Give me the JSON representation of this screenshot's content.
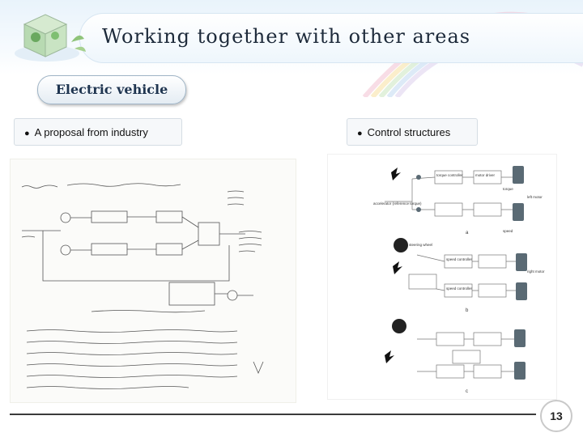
{
  "slide": {
    "title": "Working together with other areas",
    "badge": "Electric vehicle",
    "left_section": {
      "bullet": "●",
      "label": "A proposal from industry"
    },
    "right_section": {
      "bullet": "●",
      "label": "Control structures"
    },
    "page_number": "13"
  },
  "diagram": {
    "blocks": {
      "torque_controller": "torque controller",
      "motor_driver": "motor driver",
      "steering_wheel": "steering wheel",
      "speed_controller": "speed controller",
      "speed_controller_2": "speed controller"
    },
    "signals": {
      "torque": "torque",
      "speed": "speed",
      "accelerator": "accelerator (reference torque)",
      "left_motor": "left motor",
      "right_motor": "right motor"
    },
    "panels": [
      "a",
      "b",
      "c"
    ]
  },
  "colors": {
    "title_text": "#1d2a3a",
    "badge_border": "#9fb4c6",
    "footer_line": "#3b3b3b"
  }
}
